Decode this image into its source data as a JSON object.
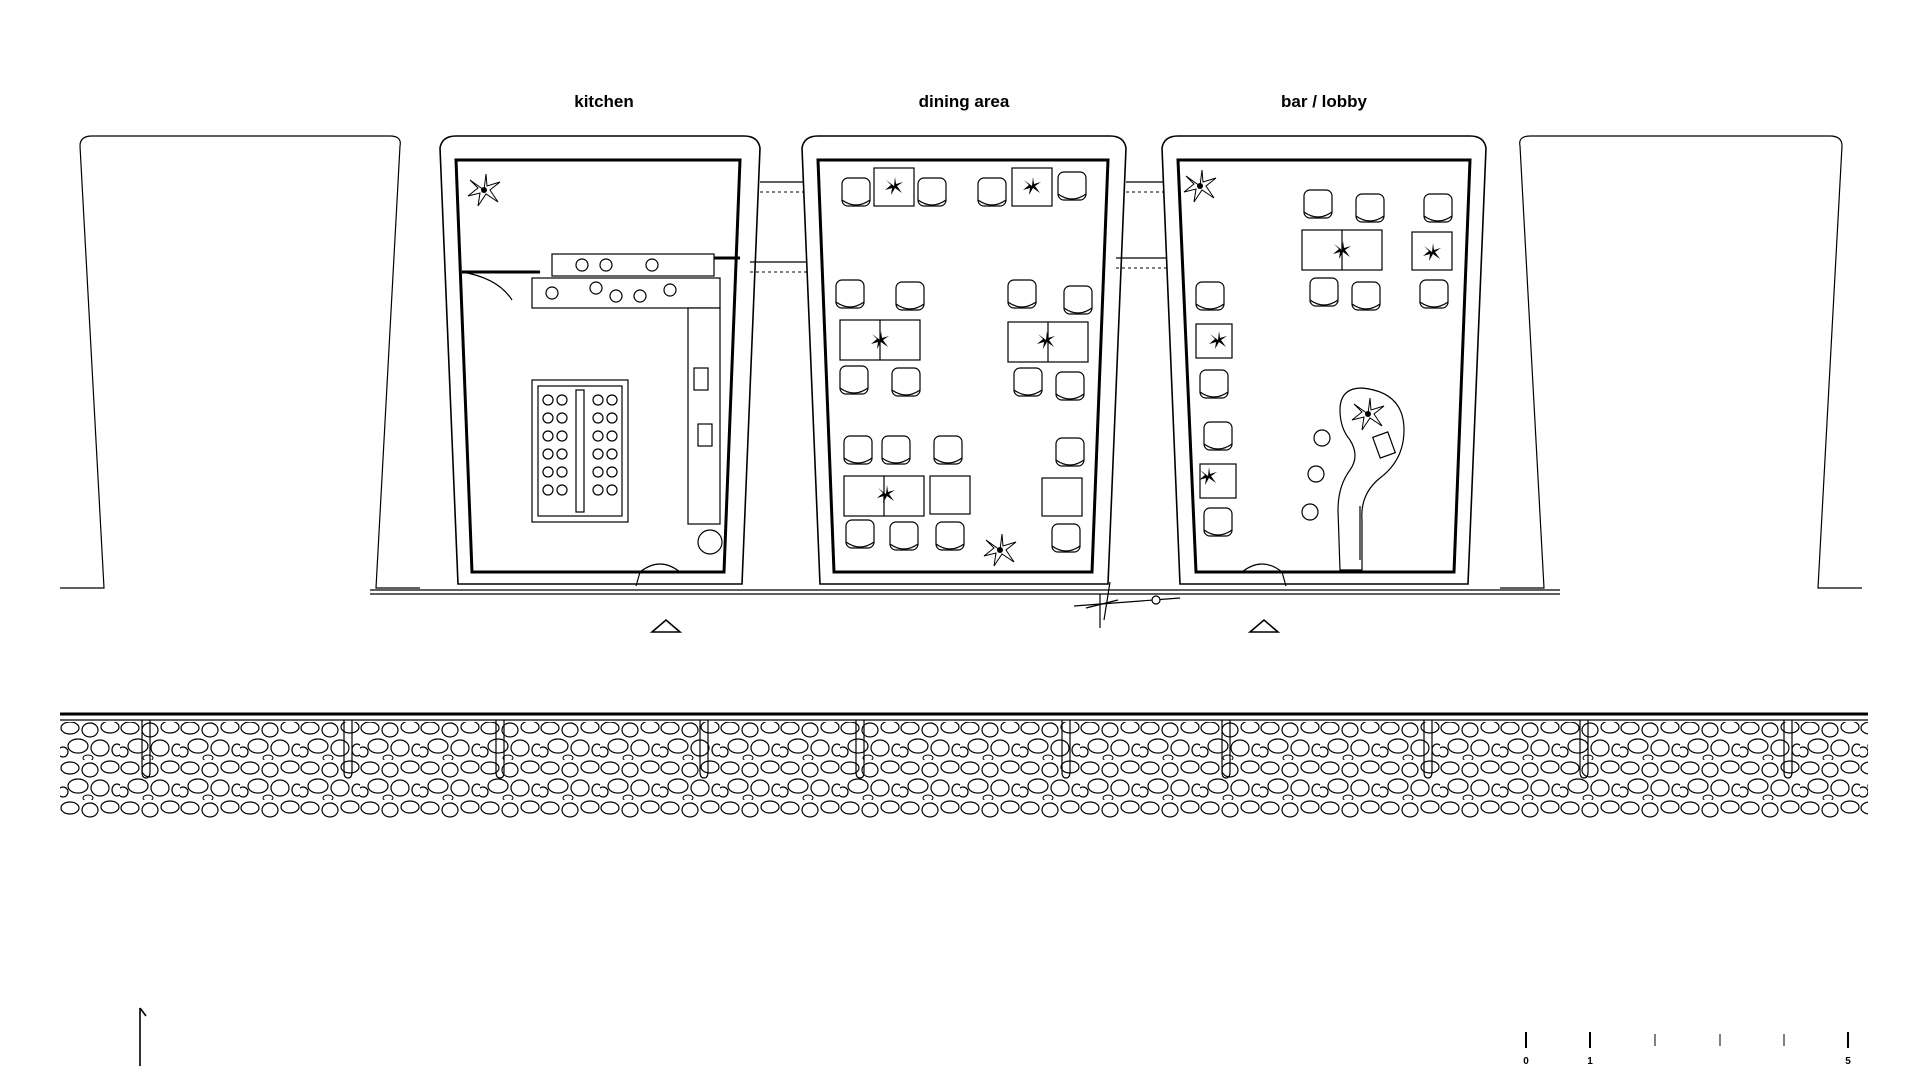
{
  "rooms": {
    "kitchen": {
      "label": "kitchen"
    },
    "dining": {
      "label": "dining area"
    },
    "bar": {
      "label": "bar / lobby"
    }
  },
  "scale_bar": {
    "labels": [
      "0",
      "1",
      "5"
    ]
  },
  "colors": {
    "line": "#000000",
    "background": "#ffffff"
  },
  "symbols": {
    "entrance_marker": "triangle-icon",
    "north_arrow": "north-arrow-icon",
    "plant": "plant-icon"
  }
}
